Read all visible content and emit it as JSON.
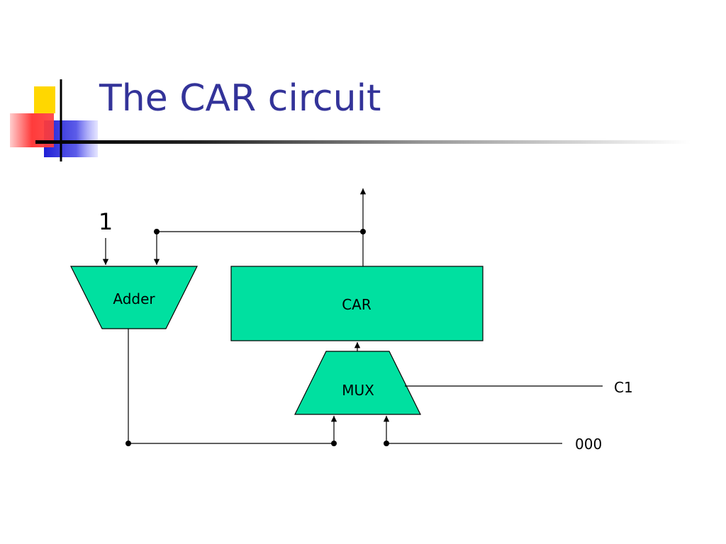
{
  "title": "The CAR circuit",
  "colors": {
    "title": "#333399",
    "block_fill": "#00e0a0",
    "logo_yellow": "#ffd700",
    "logo_red": "#ff3b3b",
    "logo_blue": "#1f1fd6"
  },
  "diagram": {
    "input_one": "1",
    "adder_label": "Adder",
    "car_label": "CAR",
    "mux_label": "MUX",
    "control_label": "C1",
    "constant_label": "000"
  }
}
